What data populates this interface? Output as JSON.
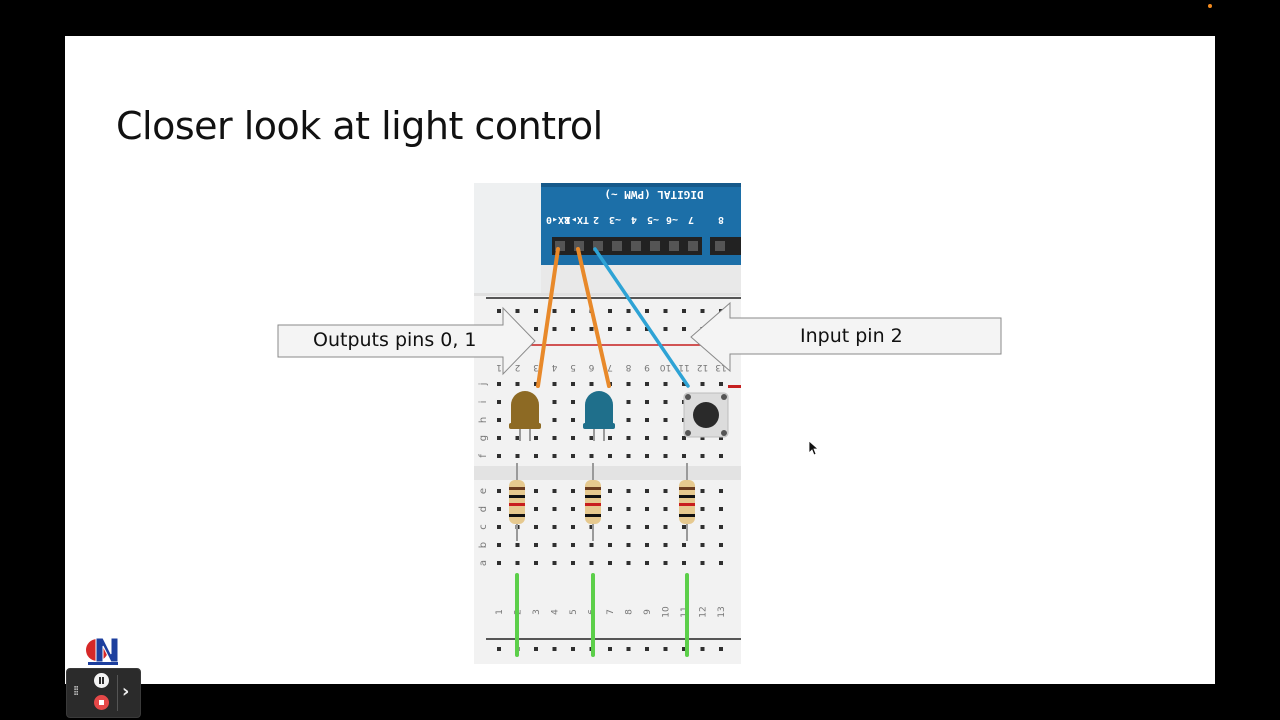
{
  "slide": {
    "title": "Closer look at light control"
  },
  "callouts": {
    "left_label": "Outputs pins 0, 1",
    "right_label": "Input pin 2"
  },
  "arduino": {
    "digital_header": "DIGITAL (PWM ~)",
    "pin_labels": [
      "RX◂0",
      "TX▸1",
      "2",
      "~3",
      "4",
      "~5",
      "~6",
      "7",
      "8"
    ]
  },
  "breadboard": {
    "row_letters": [
      "j",
      "i",
      "h",
      "g",
      "f",
      "e",
      "d",
      "c",
      "b",
      "a"
    ],
    "column_numbers": [
      "1",
      "2",
      "3",
      "4",
      "5",
      "6",
      "7",
      "8",
      "9",
      "10",
      "11",
      "12",
      "13"
    ]
  },
  "colors": {
    "led_left": "#8d6a24",
    "led_right": "#1f6f8b",
    "wire_output": "#e8892a",
    "wire_input": "#2ea3d5",
    "wire_ground": "#5ccf4a",
    "arduino_blue": "#1c6fa8"
  }
}
